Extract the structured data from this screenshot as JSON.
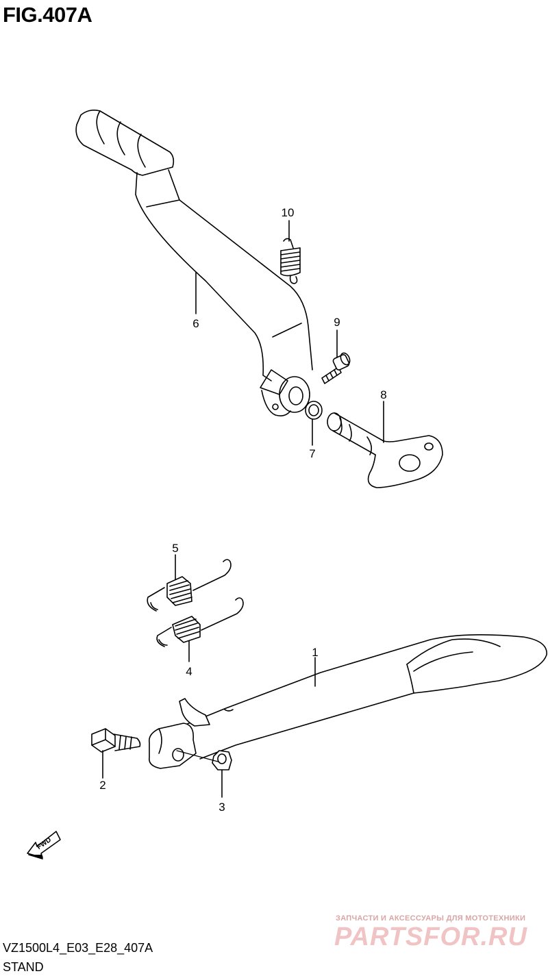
{
  "figure": {
    "title": "FIG.407A"
  },
  "callouts": {
    "p1": "1",
    "p2": "2",
    "p3": "3",
    "p4": "4",
    "p5": "5",
    "p6": "6",
    "p7": "7",
    "p8": "8",
    "p9": "9",
    "p10": "10"
  },
  "direction": {
    "label": "FWD"
  },
  "footer": {
    "model_code": "VZ1500L4_E03_E28_407A",
    "section": "STAND"
  },
  "watermark": {
    "tagline": "ЗАПЧАСТИ И АКСЕССУАРЫ ДЛЯ МОТОТЕХНИКИ",
    "logo": "PARTSFOR.RU"
  }
}
